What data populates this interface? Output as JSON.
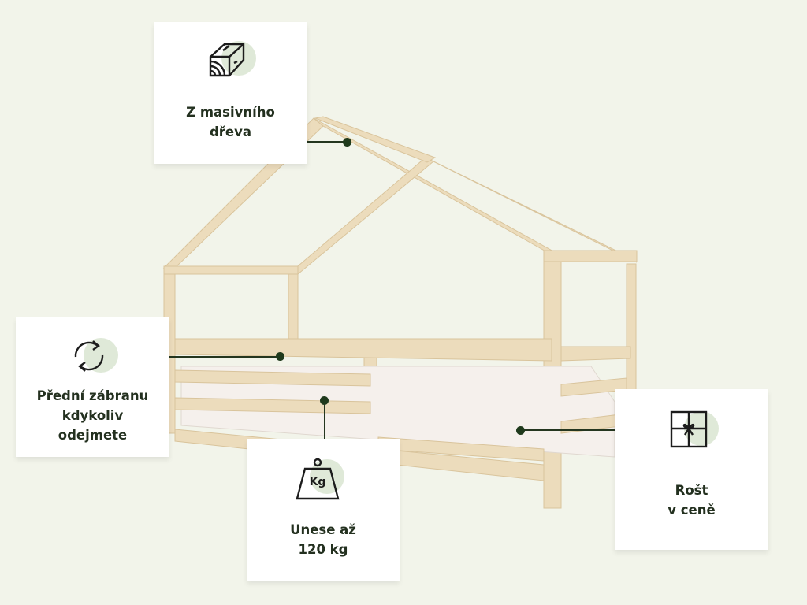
{
  "features": [
    {
      "icon": "wood-beam-icon",
      "lines": [
        "Z masivního",
        "dřeva"
      ]
    },
    {
      "icon": "refresh-cycle-icon",
      "lines": [
        "Přední zábranu",
        "kdykoliv",
        "odejmete"
      ]
    },
    {
      "icon": "weight-kg-icon",
      "icon_label": "Kg",
      "lines": [
        "Unese až",
        "120 kg"
      ]
    },
    {
      "icon": "gift-box-icon",
      "lines": [
        "Rošt",
        "v ceně"
      ]
    }
  ],
  "colors": {
    "background": "#f2f4ea",
    "accent_circle": "#dfe9d8",
    "text": "#23301f",
    "wood": "#ecdcbc"
  }
}
